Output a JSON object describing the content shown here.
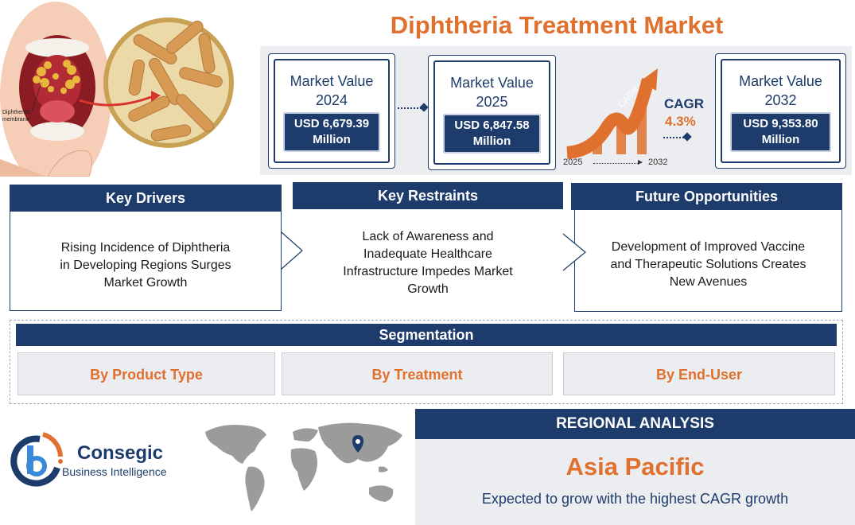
{
  "title": "Diphtheria Treatment Market",
  "illustration": {
    "membrane_label_line1": "Diphtheritic",
    "membrane_label_line2": "membrane"
  },
  "market_values": [
    {
      "label_line1": "Market Value",
      "label_line2": "2024",
      "value_line1": "USD 6,679.39",
      "value_line2": "Million"
    },
    {
      "label_line1": "Market Value",
      "label_line2": "2025",
      "value_line1": "USD 6,847.58",
      "value_line2": "Million"
    },
    {
      "label_line1": "Market Value",
      "label_line2": "2032",
      "value_line1": "USD 9,353.80",
      "value_line2": "Million"
    }
  ],
  "cagr": {
    "arrow_text": "CAGR",
    "title": "CAGR",
    "value": "4.3%",
    "start_year": "2025",
    "end_year": "2032"
  },
  "key_sections": [
    {
      "heading": "Key Drivers",
      "lines": [
        "Rising Incidence of Diphtheria",
        "in Developing Regions Surges",
        "Market Growth"
      ]
    },
    {
      "heading": "Key Restraints",
      "lines": [
        "Lack of Awareness and",
        "Inadequate Healthcare",
        "Infrastructure Impedes Market",
        "Growth"
      ]
    },
    {
      "heading": "Future Opportunities",
      "lines": [
        "Development of Improved Vaccine",
        "and Therapeutic Solutions Creates",
        "New Avenues"
      ]
    }
  ],
  "segmentation": {
    "heading": "Segmentation",
    "items": [
      "By Product Type",
      "By Treatment",
      "By End-User"
    ]
  },
  "regional": {
    "heading": "REGIONAL ANALYSIS",
    "region": "Asia Pacific",
    "description": "Expected to grow with the highest CAGR growth"
  },
  "logo": {
    "name": "Consegic",
    "tagline": "Business Intelligence"
  },
  "colors": {
    "navy": "#1d3c6b",
    "orange": "#e0702e",
    "panel_gray": "#ecedf0"
  },
  "icons": [
    "world-map-icon",
    "location-pin-icon",
    "growth-arrow-icon",
    "bacteria-icon",
    "logo-icon"
  ]
}
